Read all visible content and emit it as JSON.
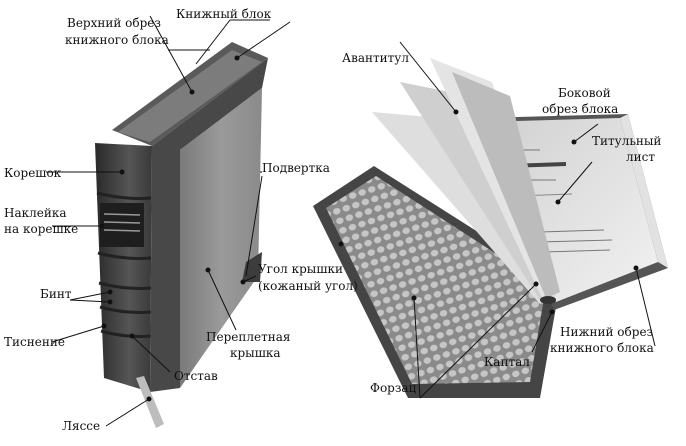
{
  "labels": {
    "top_edge_1": "Верхний обрез",
    "top_edge_2": "книжного блока",
    "book_block": "Книжный блок",
    "spine": "Корешок",
    "spine_label_1": "Наклейка",
    "spine_label_2": "на корешке",
    "bands": "Бинт",
    "tooling": "Тиснение",
    "bookmark": "Ляссе",
    "hinge": "Отстав",
    "turn_in": "Подвертка",
    "corner_1": "Угол крышки",
    "corner_2": "(кожаный угол)",
    "cover_1": "Переплетная",
    "cover_2": "крышка",
    "half_title": "Авантитул",
    "fore_edge_1": "Боковой",
    "fore_edge_2": "обрез блока",
    "title_page_1": "Титульный",
    "title_page_2": "лист",
    "bottom_edge_1": "Нижний обрез",
    "bottom_edge_2": "книжного блока",
    "headband": "Каптал",
    "endpaper": "Форзац"
  },
  "colors": {
    "cover_dark": "#3c3c3c",
    "cover_mid": "#6a6a6a",
    "paper": "#e6e6e6",
    "pattern_bg": "#8c8c8c",
    "pattern_cell": "#c8c8c8"
  }
}
